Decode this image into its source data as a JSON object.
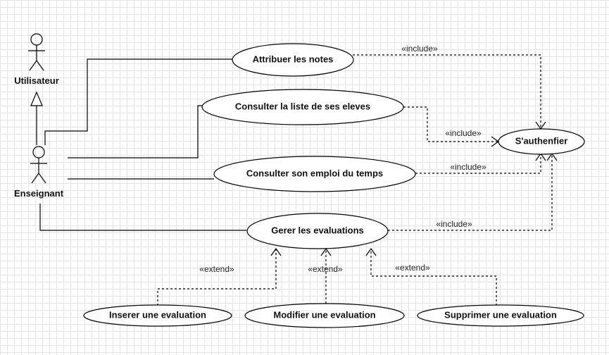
{
  "actors": {
    "utilisateur": "Utilisateur",
    "enseignant": "Enseignant"
  },
  "use_cases": {
    "attribuer": "Attribuer les notes",
    "consulter_liste": "Consulter la liste de ses eleves",
    "consulter_emploi": "Consulter son emploi du temps",
    "gerer": "Gerer les evaluations",
    "authentifier": "S'authenfier",
    "inserer": "Inserer une evaluation",
    "modifier": "Modifier une evaluation",
    "supprimer": "Supprimer une evaluation"
  },
  "relations": {
    "include_attribuer": "«include»",
    "include_liste": "«include»",
    "include_emploi": "«include»",
    "include_gerer": "«include»",
    "extend_inserer": "«extend»",
    "extend_modifier": "«extend»",
    "extend_supprimer": "«extend»"
  }
}
